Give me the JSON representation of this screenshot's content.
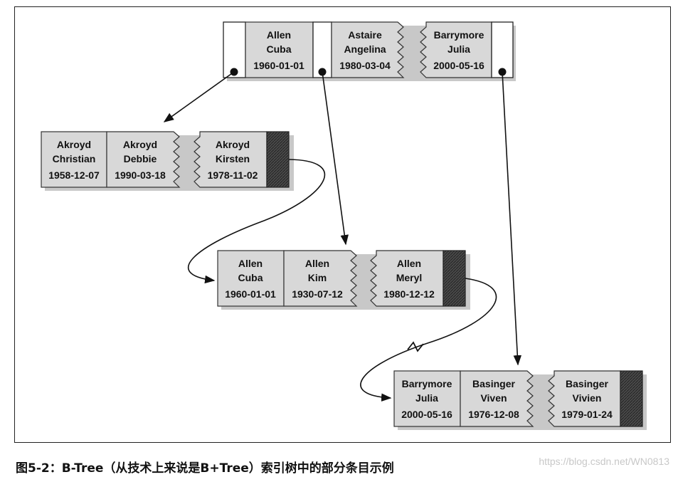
{
  "caption": "图5-2：B-Tree（从技术上来说是B+Tree）索引树中的部分条目示例",
  "watermark": "https://blog.csdn.net/WN0813",
  "colors": {
    "cell_fill": "#d8d8d8",
    "cell_stroke": "#333333",
    "node_shadow": "#9a9a9a",
    "pointer_block": "#4a4a4a",
    "line": "#111111"
  },
  "nodes": {
    "root": {
      "entries": [
        {
          "last": "Allen",
          "first": "Cuba",
          "dob": "1960-01-01"
        },
        {
          "last": "Astaire",
          "first": "Angelina",
          "dob": "1980-03-04"
        },
        {
          "last": "Barrymore",
          "first": "Julia",
          "dob": "2000-05-16"
        }
      ]
    },
    "leaf_akroyd": {
      "entries": [
        {
          "last": "Akroyd",
          "first": "Christian",
          "dob": "1958-12-07"
        },
        {
          "last": "Akroyd",
          "first": "Debbie",
          "dob": "1990-03-18"
        },
        {
          "last": "Akroyd",
          "first": "Kirsten",
          "dob": "1978-11-02"
        }
      ]
    },
    "leaf_allen": {
      "entries": [
        {
          "last": "Allen",
          "first": "Cuba",
          "dob": "1960-01-01"
        },
        {
          "last": "Allen",
          "first": "Kim",
          "dob": "1930-07-12"
        },
        {
          "last": "Allen",
          "first": "Meryl",
          "dob": "1980-12-12"
        }
      ]
    },
    "leaf_barrymore": {
      "entries": [
        {
          "last": "Barrymore",
          "first": "Julia",
          "dob": "2000-05-16"
        },
        {
          "last": "Basinger",
          "first": "Viven",
          "dob": "1976-12-08"
        },
        {
          "last": "Basinger",
          "first": "Vivien",
          "dob": "1979-01-24"
        }
      ]
    }
  }
}
